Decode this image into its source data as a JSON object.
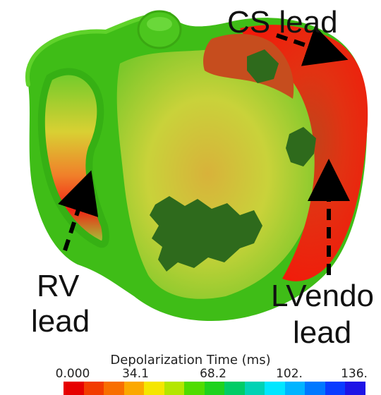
{
  "figure": {
    "labels": {
      "cs_lead": "CS lead",
      "rv_line1": "RV",
      "rv_line2": "lead",
      "lv_line1": "LVendo",
      "lv_line2": "lead"
    },
    "colorbar": {
      "title": "Depolarization Time (ms)",
      "ticks": [
        "0.000",
        "34.1",
        "68.2",
        "102.",
        "136."
      ],
      "colors": [
        "#e60000",
        "#f23c00",
        "#f86e00",
        "#fba800",
        "#f5e600",
        "#b4e600",
        "#50dc00",
        "#1ed21e",
        "#00cc66",
        "#00d2b4",
        "#00e6ff",
        "#00b4ff",
        "#0078ff",
        "#0a3cff",
        "#1e14e6"
      ]
    }
  }
}
